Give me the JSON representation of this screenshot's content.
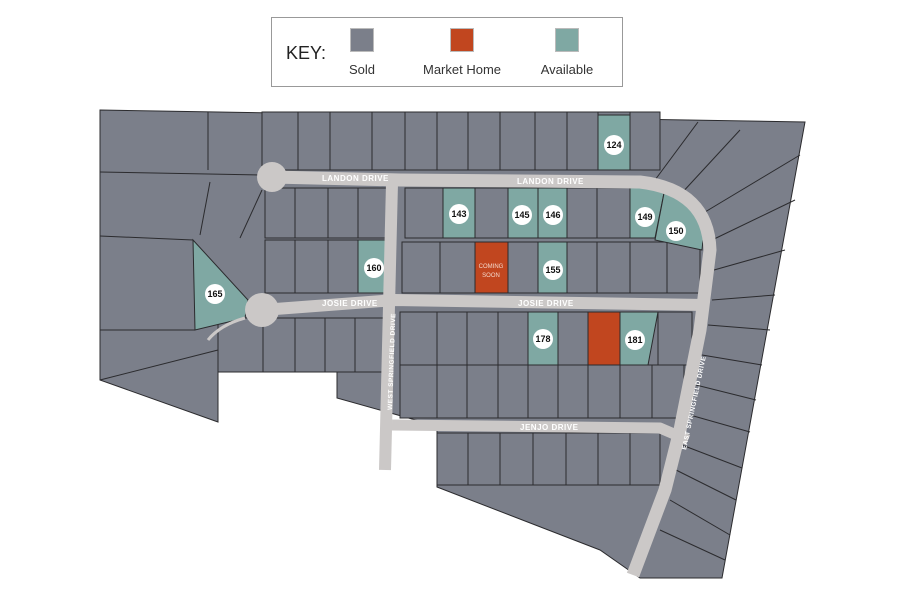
{
  "key": {
    "title": "KEY:",
    "items": [
      {
        "label": "Sold",
        "color": "#7b7f8a"
      },
      {
        "label": "Market Home",
        "color": "#c1461f"
      },
      {
        "label": "Available",
        "color": "#7fa8a3"
      }
    ]
  },
  "colors": {
    "sold": "#7b7f8a",
    "market": "#c1461f",
    "available": "#7fa8a3",
    "road": "#cbc8c7",
    "lot_line": "#2b2b2e"
  },
  "streets": {
    "landon_west": "LANDON DRIVE",
    "landon_east": "LANDON DRIVE",
    "josie_west": "JOSIE DRIVE",
    "josie_east": "JOSIE DRIVE",
    "jenjo": "JENJO DRIVE",
    "west_springfield": "WEST SPRINGFIELD DRIVE",
    "east_springfield": "EAST SPRINGFIELD DRIVE"
  },
  "lots": {
    "l124": {
      "number": "124",
      "status": "available"
    },
    "l143": {
      "number": "143",
      "status": "available"
    },
    "l145": {
      "number": "145",
      "status": "available"
    },
    "l146": {
      "number": "146",
      "status": "available"
    },
    "l149": {
      "number": "149",
      "status": "available"
    },
    "l150": {
      "number": "150",
      "status": "available"
    },
    "l155": {
      "number": "155",
      "status": "available"
    },
    "l160": {
      "number": "160",
      "status": "available"
    },
    "l165": {
      "number": "165",
      "status": "available"
    },
    "l178": {
      "number": "178",
      "status": "available"
    },
    "l181": {
      "number": "181",
      "status": "available"
    }
  },
  "coming_soon": {
    "line1": "COMING",
    "line2": "SOON",
    "status": "market"
  },
  "market_home_lot": {
    "status": "market"
  }
}
